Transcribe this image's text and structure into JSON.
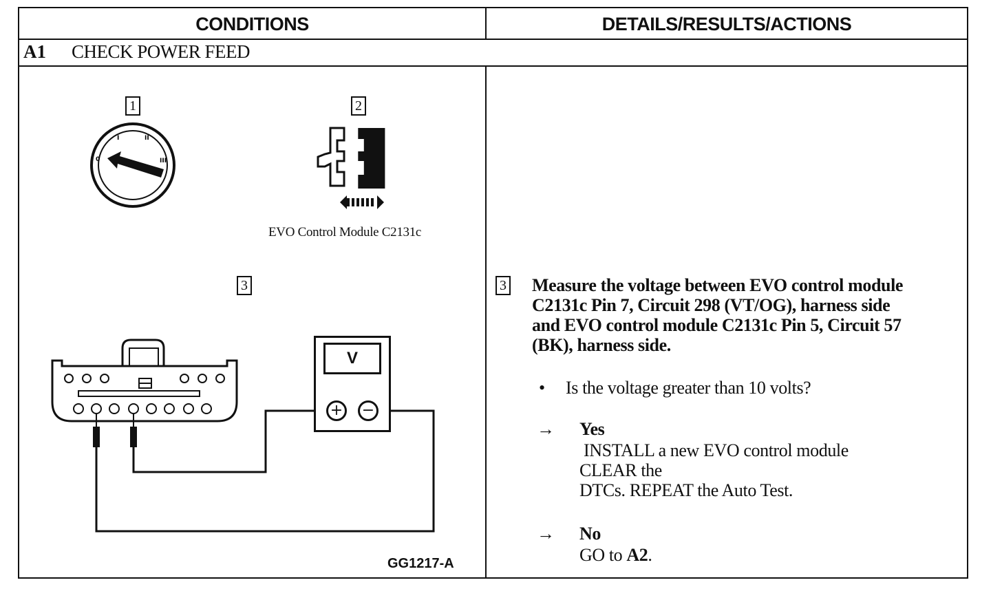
{
  "table": {
    "header_conditions": "CONDITIONS",
    "header_details": "DETAILS/RESULTS/ACTIONS"
  },
  "step": {
    "id": "A1",
    "title": "CHECK POWER FEED"
  },
  "figures": {
    "num1": "1",
    "num2": "2",
    "num3": "3",
    "connector_caption": "EVO Control Module C2131c",
    "meter_label": "V",
    "meter_plus": "+",
    "meter_minus": "−",
    "figure_code": "GG1217-A"
  },
  "details": {
    "step_num": "3",
    "instruction_lines": [
      "Measure the voltage between EVO control module",
      "C2131c Pin 7, Circuit 298 (VT/OG), harness side",
      "and EVO control module C2131c Pin 5, Circuit 57",
      "(BK), harness side."
    ],
    "bullet": "•",
    "question": "Is the voltage greater than 10 volts?",
    "arrow": "→",
    "yes_label": "Yes",
    "yes_lines": [
      "INSTALL a new EVO control module",
      "CLEAR the",
      "DTCs. REPEAT the Auto Test."
    ],
    "no_label": "No",
    "no_prefix": "GO to ",
    "no_target": "A2",
    "no_suffix": "."
  }
}
